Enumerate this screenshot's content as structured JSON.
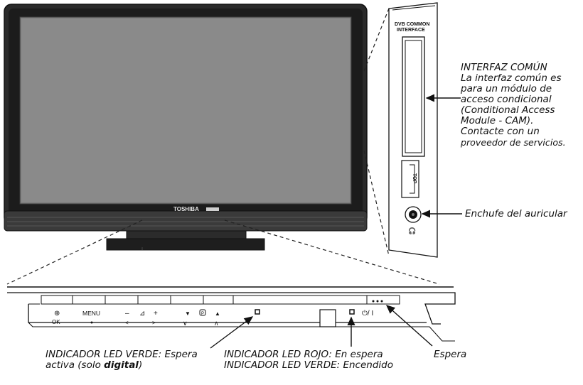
{
  "tv": {
    "brand": "TOSHIBA"
  },
  "side_panel": {
    "slot_label": "DVB COMMON\nINTERFACE",
    "top_label": "TOP"
  },
  "control_bar": {
    "buttons": [
      "⊕",
      "MENU",
      "–",
      "⊿",
      "+",
      "▼",
      "P",
      "▲"
    ],
    "sub_labels": [
      "OK",
      "<",
      ">",
      "∨",
      "∧"
    ],
    "power_label": "⏻/ I"
  },
  "annotations": {
    "common_interface": {
      "title": "INTERFAZ COMÚN",
      "lines": [
        "La interfaz común es",
        "para un módulo de",
        "acceso condicional",
        "(Conditional Access",
        "Module - CAM).",
        "Contacte con un",
        "proveedor de servicios."
      ]
    },
    "headphone": "Enchufe del auricular",
    "green_led_standby": {
      "line1": "INDICADOR LED VERDE: Espera",
      "line2_prefix": "activa (solo ",
      "line2_bold": "digital",
      "line2_suffix": ")"
    },
    "red_green_led": {
      "line1": "INDICADOR LED ROJO: En espera",
      "line2": "INDICADOR LED VERDE: Encendido"
    },
    "standby": "Espera"
  }
}
